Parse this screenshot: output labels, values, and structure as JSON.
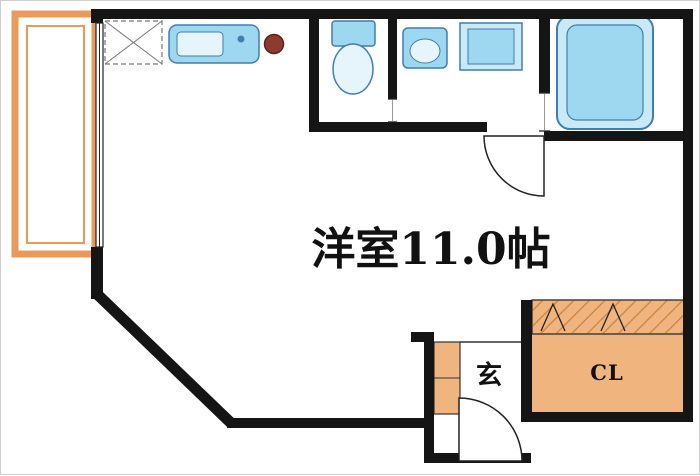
{
  "floorplan": {
    "room_label": "洋室11.0帖",
    "entrance_label": "玄",
    "closet_label": "CL"
  },
  "colors": {
    "wall": "#151515",
    "text": "#111111",
    "balcony_orange": "#e8995c",
    "tan": "#f0b57e",
    "tan_hatch": "#cc8a4c",
    "blue": "#9ed7f0",
    "blue_light": "#c9e9f6",
    "blue_pale": "#e6f5fc",
    "blue_stroke": "#3f7fae",
    "stove_brown": "#8e3b2f",
    "door_stroke": "#222222",
    "frame_gray": "#cfcfcf"
  }
}
